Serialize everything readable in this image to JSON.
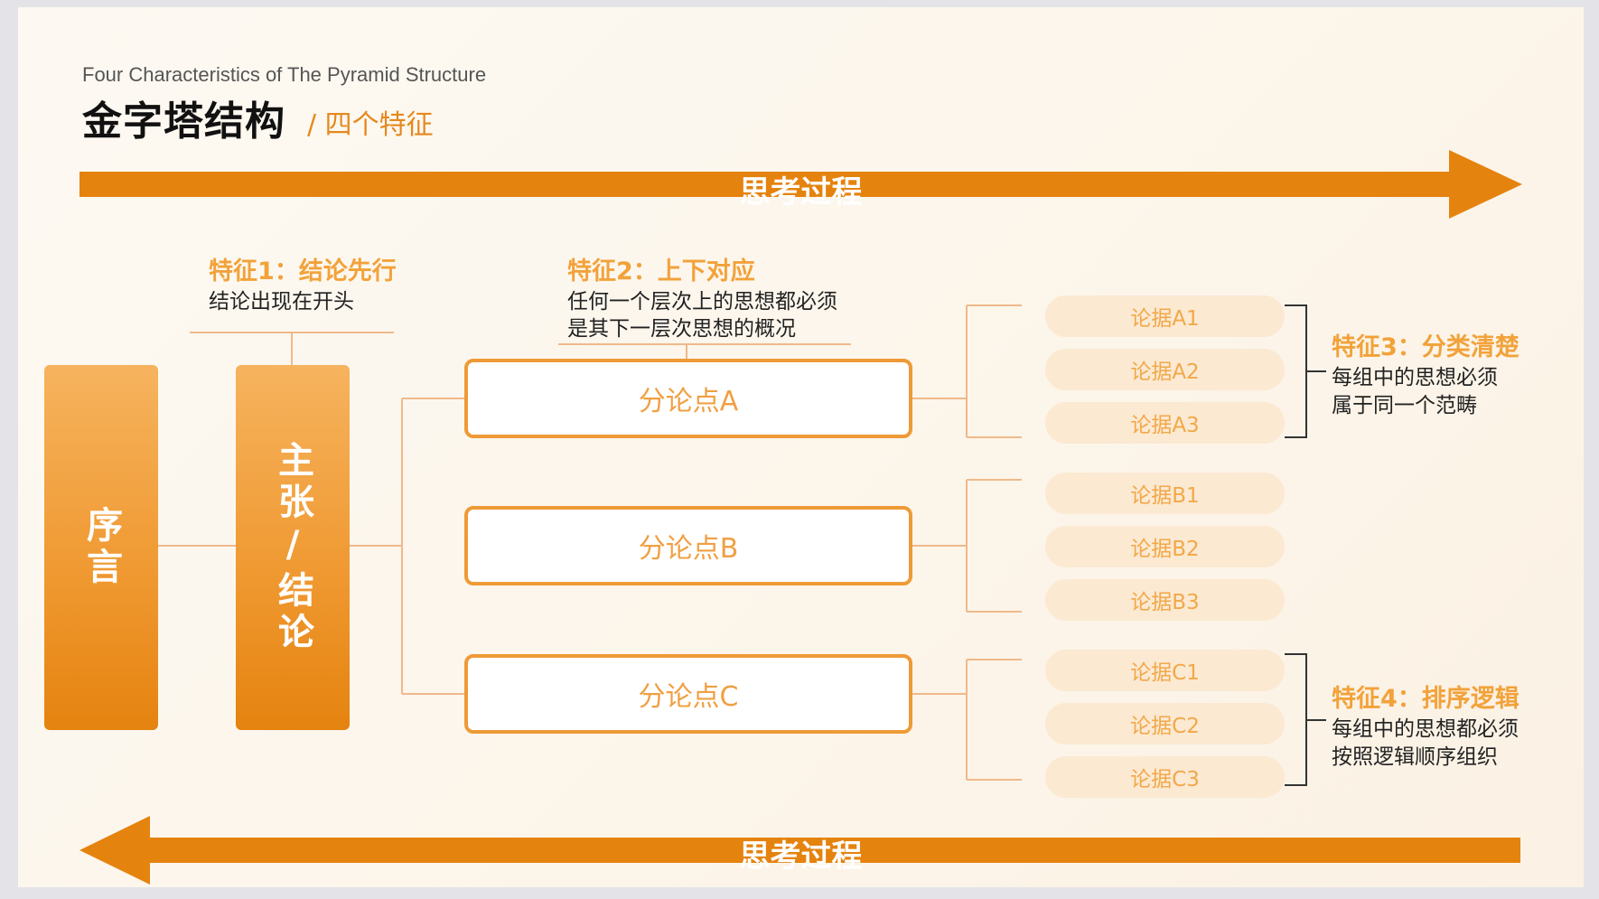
{
  "header": {
    "subtitle_en": "Four Characteristics of  The Pyramid Structure",
    "title": "金字塔结构",
    "title_suffix": "/ 四个特征"
  },
  "arrows": {
    "top_label": "思考过程",
    "bottom_label": "思考过程"
  },
  "features": [
    {
      "title": "特征1：结论先行",
      "desc": [
        "结论出现在开头"
      ]
    },
    {
      "title": "特征2：上下对应",
      "desc": [
        "任何一个层次上的思想都必须",
        "是其下一层次思想的概况"
      ]
    },
    {
      "title": "特征3：分类清楚",
      "desc": [
        "每组中的思想必须",
        "属于同一个范畴"
      ]
    },
    {
      "title": "特征4：排序逻辑",
      "desc": [
        "每组中的思想都必须",
        "按照逻辑顺序组织"
      ]
    }
  ],
  "bars": {
    "preface": "序言",
    "conclusion": "主张/结论"
  },
  "points": [
    "分论点A",
    "分论点B",
    "分论点C"
  ],
  "evidence": [
    "论据A1",
    "论据A2",
    "论据A3",
    "论据B1",
    "论据B2",
    "论据B3",
    "论据C1",
    "论据C2",
    "论据C3"
  ],
  "colors": {
    "accent": "#e5830f",
    "accent_light": "#f2a23a",
    "pill_bg": "#fbe9d2",
    "line": "#f0b98a"
  }
}
